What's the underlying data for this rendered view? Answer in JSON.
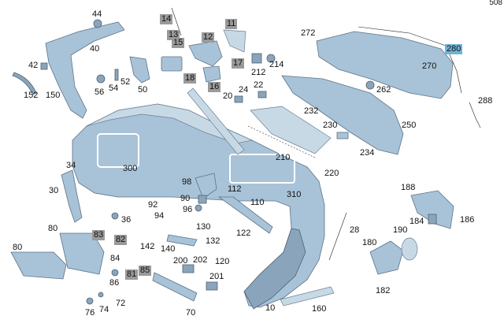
{
  "corner_text": "508",
  "labels": [
    {
      "id": "l44",
      "text": "44",
      "style": "plain"
    },
    {
      "id": "l40",
      "text": "40",
      "style": "plain"
    },
    {
      "id": "l42",
      "text": "42",
      "style": "plain"
    },
    {
      "id": "l152",
      "text": "152",
      "style": "plain"
    },
    {
      "id": "l150",
      "text": "150",
      "style": "plain"
    },
    {
      "id": "l56",
      "text": "56",
      "style": "plain"
    },
    {
      "id": "l54",
      "text": "54",
      "style": "plain"
    },
    {
      "id": "l52",
      "text": "52",
      "style": "plain"
    },
    {
      "id": "l50",
      "text": "50",
      "style": "plain"
    },
    {
      "id": "l14",
      "text": "14",
      "style": "gray"
    },
    {
      "id": "l13",
      "text": "13",
      "style": "gray"
    },
    {
      "id": "l15",
      "text": "15",
      "style": "gray"
    },
    {
      "id": "l12",
      "text": "12",
      "style": "gray"
    },
    {
      "id": "l11",
      "text": "11",
      "style": "gray"
    },
    {
      "id": "l18",
      "text": "18",
      "style": "gray"
    },
    {
      "id": "l16",
      "text": "16",
      "style": "gray"
    },
    {
      "id": "l17",
      "text": "17",
      "style": "gray"
    },
    {
      "id": "l212",
      "text": "212",
      "style": "plain"
    },
    {
      "id": "l214",
      "text": "214",
      "style": "plain"
    },
    {
      "id": "l24",
      "text": "24",
      "style": "plain"
    },
    {
      "id": "l22",
      "text": "22",
      "style": "plain"
    },
    {
      "id": "l20",
      "text": "20",
      "style": "plain"
    },
    {
      "id": "l272",
      "text": "272",
      "style": "plain"
    },
    {
      "id": "l280",
      "text": "280",
      "style": "blue"
    },
    {
      "id": "l270",
      "text": "270",
      "style": "plain"
    },
    {
      "id": "l262",
      "text": "262",
      "style": "plain"
    },
    {
      "id": "l288",
      "text": "288",
      "style": "plain"
    },
    {
      "id": "l232",
      "text": "232",
      "style": "plain"
    },
    {
      "id": "l250",
      "text": "250",
      "style": "plain"
    },
    {
      "id": "l230",
      "text": "230",
      "style": "plain"
    },
    {
      "id": "l234",
      "text": "234",
      "style": "plain"
    },
    {
      "id": "l210",
      "text": "210",
      "style": "plain"
    },
    {
      "id": "l220",
      "text": "220",
      "style": "plain"
    },
    {
      "id": "l34",
      "text": "34",
      "style": "plain"
    },
    {
      "id": "l300",
      "text": "300",
      "style": "plain"
    },
    {
      "id": "l30",
      "text": "30",
      "style": "plain"
    },
    {
      "id": "l98",
      "text": "98",
      "style": "plain"
    },
    {
      "id": "l112",
      "text": "112",
      "style": "plain"
    },
    {
      "id": "l310",
      "text": "310",
      "style": "plain"
    },
    {
      "id": "l90",
      "text": "90",
      "style": "plain"
    },
    {
      "id": "l96",
      "text": "96",
      "style": "plain"
    },
    {
      "id": "l92",
      "text": "92",
      "style": "plain"
    },
    {
      "id": "l94",
      "text": "94",
      "style": "plain"
    },
    {
      "id": "l110",
      "text": "110",
      "style": "plain"
    },
    {
      "id": "l36",
      "text": "36",
      "style": "plain"
    },
    {
      "id": "l188",
      "text": "188",
      "style": "plain"
    },
    {
      "id": "l184",
      "text": "184",
      "style": "plain"
    },
    {
      "id": "l186",
      "text": "186",
      "style": "plain"
    },
    {
      "id": "l80a",
      "text": "80",
      "style": "plain"
    },
    {
      "id": "l83",
      "text": "83",
      "style": "gray"
    },
    {
      "id": "l82",
      "text": "82",
      "style": "gray"
    },
    {
      "id": "l142",
      "text": "142",
      "style": "plain"
    },
    {
      "id": "l140",
      "text": "140",
      "style": "plain"
    },
    {
      "id": "l130",
      "text": "130",
      "style": "plain"
    },
    {
      "id": "l122",
      "text": "122",
      "style": "plain"
    },
    {
      "id": "l132",
      "text": "132",
      "style": "plain"
    },
    {
      "id": "l28",
      "text": "28",
      "style": "plain"
    },
    {
      "id": "l190",
      "text": "190",
      "style": "plain"
    },
    {
      "id": "l180",
      "text": "180",
      "style": "plain"
    },
    {
      "id": "l80b",
      "text": "80",
      "style": "plain"
    },
    {
      "id": "l84",
      "text": "84",
      "style": "plain"
    },
    {
      "id": "l81",
      "text": "81",
      "style": "gray"
    },
    {
      "id": "l85",
      "text": "85",
      "style": "gray"
    },
    {
      "id": "l200",
      "text": "200",
      "style": "plain"
    },
    {
      "id": "l202",
      "text": "202",
      "style": "plain"
    },
    {
      "id": "l120",
      "text": "120",
      "style": "plain"
    },
    {
      "id": "l86",
      "text": "86",
      "style": "plain"
    },
    {
      "id": "l201",
      "text": "201",
      "style": "plain"
    },
    {
      "id": "l182",
      "text": "182",
      "style": "plain"
    },
    {
      "id": "l72",
      "text": "72",
      "style": "plain"
    },
    {
      "id": "l70",
      "text": "70",
      "style": "plain"
    },
    {
      "id": "l76",
      "text": "76",
      "style": "plain"
    },
    {
      "id": "l74",
      "text": "74",
      "style": "plain"
    },
    {
      "id": "l10",
      "text": "10",
      "style": "plain"
    },
    {
      "id": "l160",
      "text": "160",
      "style": "plain"
    }
  ]
}
